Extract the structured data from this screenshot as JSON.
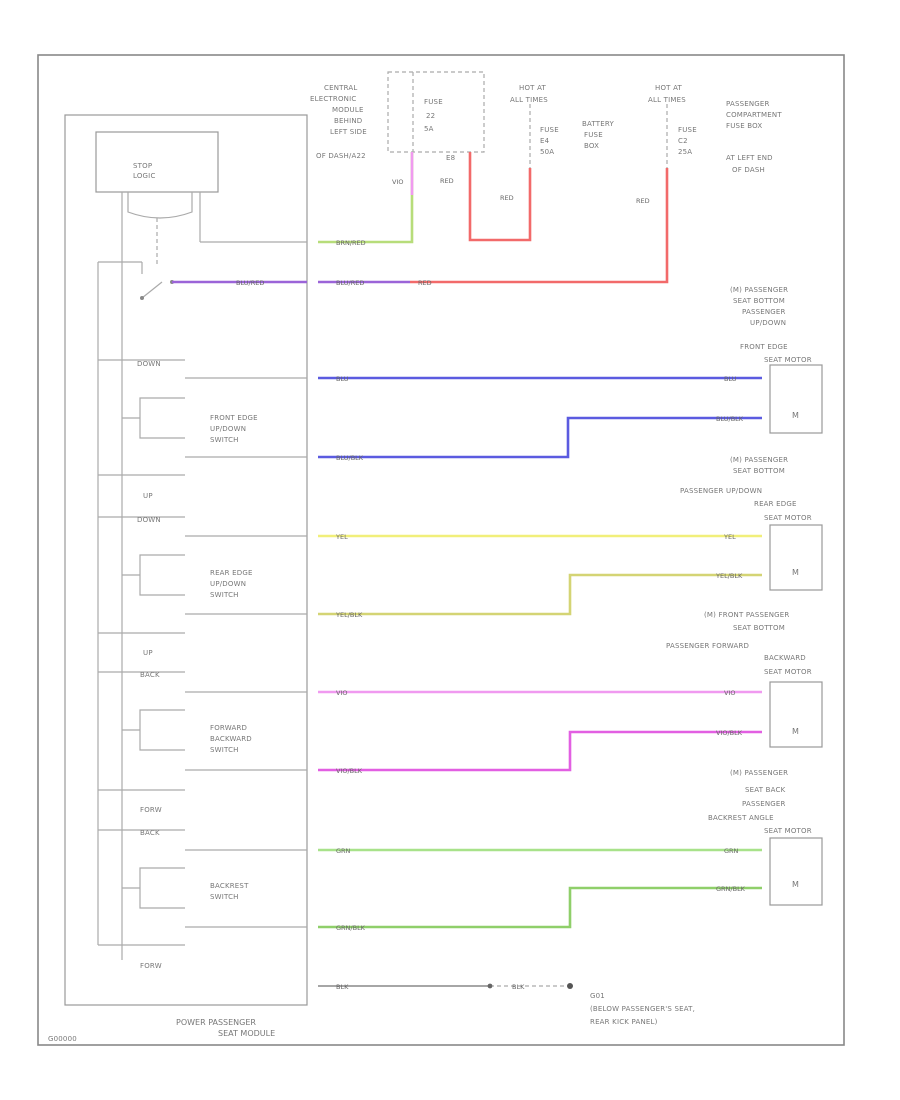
{
  "colors": {
    "red": "#f26a6a",
    "blue": "#5b5be0",
    "purple": "#9b64d8",
    "yellow": "#f1ef7a",
    "magenta": "#e25fe2",
    "green": "#9fe38f",
    "olive_green": "#8fcf6a",
    "pink": "#f09af0",
    "khaki": "#d4d474",
    "light_green": "#a8e28a",
    "gray": "#888888"
  },
  "module": {
    "title_line1": "POWER PASSENGER",
    "title_line2": "SEAT MODULE",
    "stop_logic_line1": "STOP",
    "stop_logic_line2": "LOGIC"
  },
  "fuse_sources": {
    "cem_line1": "CENTRAL",
    "cem_line2": "ELECTRONIC",
    "cem_line3": "MODULE",
    "cem_line4": "BEHIND",
    "cem_line5": "LEFT SIDE",
    "cem_line6": "OF DASH/A22",
    "fuse1_line1": "FUSE",
    "fuse1_line2": "22",
    "fuse1_line3": "5A",
    "fuse1_pin": "E8",
    "hot_at_1_line1": "HOT AT",
    "hot_at_1_line2": "ALL TIMES",
    "fuse2_line1": "FUSE",
    "fuse2_line2": "E4",
    "fuse2_line3": "50A",
    "battery_fuse_line1": "BATTERY",
    "battery_fuse_line2": "FUSE",
    "battery_fuse_line3": "BOX",
    "hot_at_2_line1": "HOT AT",
    "hot_at_2_line2": "ALL TIMES",
    "fuse3_line1": "FUSE",
    "fuse3_line2": "C2",
    "fuse3_line3": "25A",
    "passenger_box_line1": "PASSENGER",
    "passenger_box_line2": "COMPARTMENT",
    "passenger_box_line3": "FUSE BOX",
    "passenger_box_line4": "AT LEFT END",
    "passenger_box_line5": "OF DASH"
  },
  "wires": {
    "vio": "VIO",
    "red": "RED",
    "brn_red": "BRN/RED",
    "blu_red": "BLU/RED",
    "blu": "BLU",
    "blu_blk": "BLU/BLK",
    "yel": "YEL",
    "yel_blk": "YEL/BLK",
    "vio_blk": "VIO/BLK",
    "grn": "GRN",
    "grn_blk": "GRN/BLK",
    "blk": "BLK",
    "ground_wire": "BLK"
  },
  "switches": {
    "down_1": "DOWN",
    "front_edge_line1": "FRONT EDGE",
    "front_edge_line2": "UP/DOWN",
    "front_edge_line3": "SWITCH",
    "up_1": "UP",
    "down_2": "DOWN",
    "rear_edge_line1": "REAR EDGE",
    "rear_edge_line2": "UP/DOWN",
    "rear_edge_line3": "SWITCH",
    "up_2": "UP",
    "back_1": "BACK",
    "fwd_bwd_line1": "FORWARD",
    "fwd_bwd_line2": "BACKWARD",
    "fwd_bwd_line3": "SWITCH",
    "forw_1": "FORW",
    "back_2": "BACK",
    "backrest_line1": "BACKREST",
    "backrest_line2": "SWITCH",
    "forw_2": "FORW"
  },
  "motors": {
    "m1_line1": "(M) PASSENGER",
    "m1_line2": "SEAT BOTTOM",
    "m1_line3": "PASSENGER",
    "m1_line4": "UP/DOWN",
    "m1_line5": "FRONT EDGE",
    "m1_line6": "SEAT MOTOR",
    "m2_line1": "(M) PASSENGER",
    "m2_line2": "SEAT BOTTOM",
    "m2_line3": "PASSENGER UP/DOWN",
    "m2_line4": "REAR EDGE",
    "m2_line5": "SEAT MOTOR",
    "m3_line1": "(M) FRONT PASSENGER",
    "m3_line2": "SEAT BOTTOM",
    "m3_line3": "PASSENGER FORWARD",
    "m3_line4": "BACKWARD",
    "m3_line5": "SEAT MOTOR",
    "m4_line1": "(M) PASSENGER",
    "m4_line2": "SEAT BACK",
    "m4_line3": "PASSENGER",
    "m4_line4": "BACKREST ANGLE",
    "m4_line5": "SEAT MOTOR",
    "motor_symbol": "M"
  },
  "ground": {
    "line1": "G01",
    "line2": "(BELOW PASSENGER'S SEAT,",
    "line3": "REAR KICK PANEL)"
  },
  "figure_id": "G00000"
}
